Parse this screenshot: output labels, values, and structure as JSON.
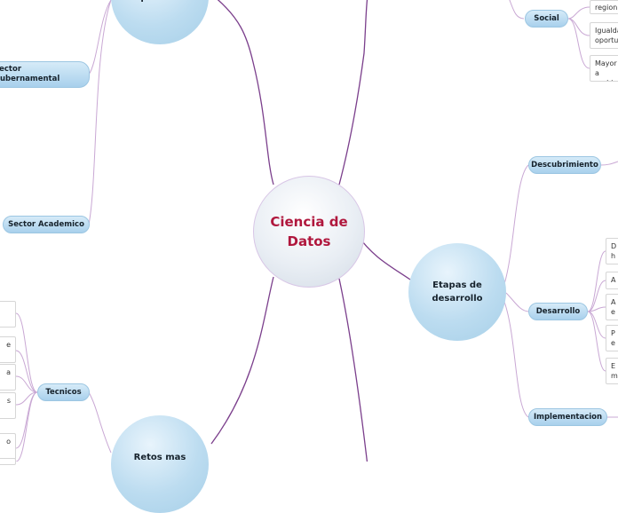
{
  "center": {
    "title": "Ciencia de Datos"
  },
  "topics": {
    "aplicacion": "aplicacion",
    "etapas": "Etapas de desarrollo",
    "retos": "Retos mas"
  },
  "branches": {
    "sector_gubernamental": "Sector\nGubernamental",
    "sector_academico": "Sector Academico",
    "tecnicos": "Tecnicos",
    "social": "Social",
    "descubrimiento": "Descubrimiento",
    "desarrollo": "Desarrollo",
    "implementacion": "Implementacion"
  },
  "social_leaves": [
    "region",
    "Igualda\noportu",
    "Mayor a\nproblac"
  ],
  "desarrollo_leaves": [
    "D\nh",
    "A",
    "A\ne",
    "P\ne",
    "E\nm"
  ],
  "tecnicos_leaves": [
    "",
    "e",
    "a",
    "s",
    "o",
    ""
  ],
  "colors": {
    "connector": "#7b3f8c",
    "center_text": "#b0173d",
    "pill_fill": "#b7dbf2",
    "leaf_border": "#d6d6d6"
  }
}
